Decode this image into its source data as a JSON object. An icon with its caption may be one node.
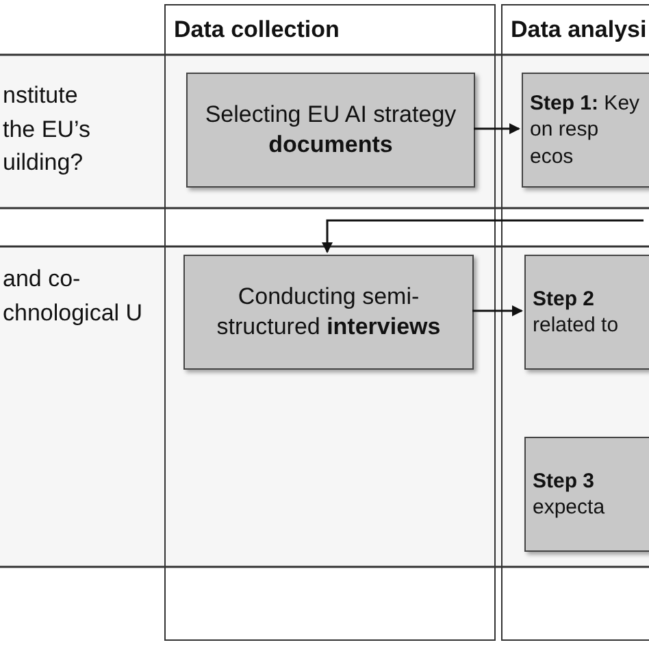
{
  "diagram": {
    "nodes": [
      {
        "text": [
          "Data collection"
        ]
      },
      {
        "text": [
          "Data analysi"
        ]
      },
      {
        "text": [
          "Selecting EU AI strategy **documents**"
        ],
        "in": 0
      },
      {
        "text": [
          "**Step 1:** Key on resp ecos"
        ],
        "in": 1
      },
      {
        "text": [
          "Conducting semi-structured **interviews**"
        ],
        "in": 0
      },
      {
        "text": [
          "**Step 2** related to"
        ],
        "in": 1
      },
      {
        "text": [
          "**Step 3** expecta"
        ],
        "in": 1
      }
    ],
    "edges": [
      {
        "from": 2,
        "to": 3,
        "arrow": "to"
      },
      {
        "from": 4,
        "to": 5,
        "arrow": "to"
      },
      {
        "from": 1,
        "to": 4,
        "arrow": "to"
      }
    ],
    "labels": [
      "nstitute the EU’s uilding?",
      "and co- chnological U"
    ]
  }
}
